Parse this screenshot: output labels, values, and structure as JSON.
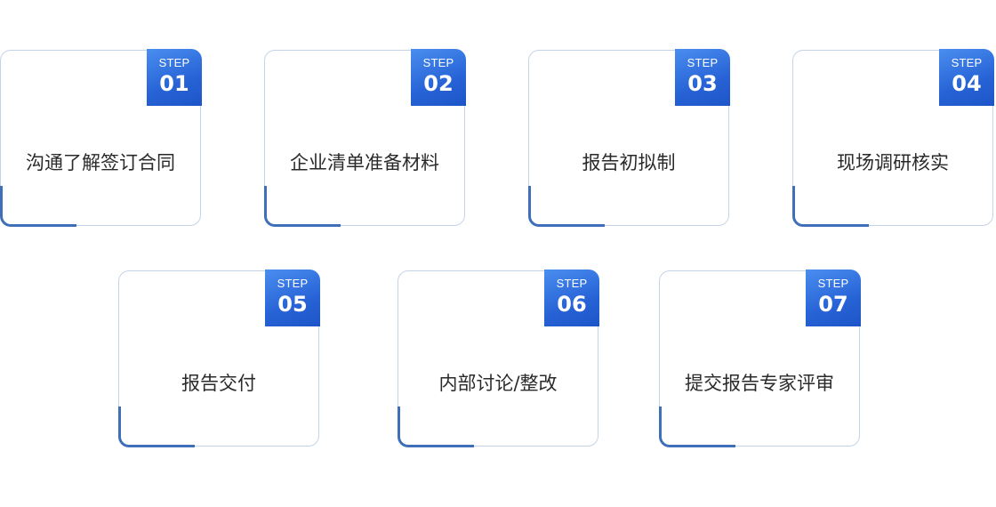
{
  "steps": [
    {
      "step_label": "STEP",
      "number": "01",
      "title": "沟通了解签订合同"
    },
    {
      "step_label": "STEP",
      "number": "02",
      "title": "企业清单准备材料"
    },
    {
      "step_label": "STEP",
      "number": "03",
      "title": "报告初拟制"
    },
    {
      "step_label": "STEP",
      "number": "04",
      "title": "现场调研核实"
    },
    {
      "step_label": "STEP",
      "number": "05",
      "title": "报告交付"
    },
    {
      "step_label": "STEP",
      "number": "06",
      "title": "内部讨论/整改"
    },
    {
      "step_label": "STEP",
      "number": "07",
      "title": "提交报告专家评审"
    }
  ],
  "colors": {
    "badge_blue": "#2763d6",
    "accent_blue": "#3f6fb8",
    "border": "#c5d3e6",
    "text": "#2a2a2a"
  }
}
